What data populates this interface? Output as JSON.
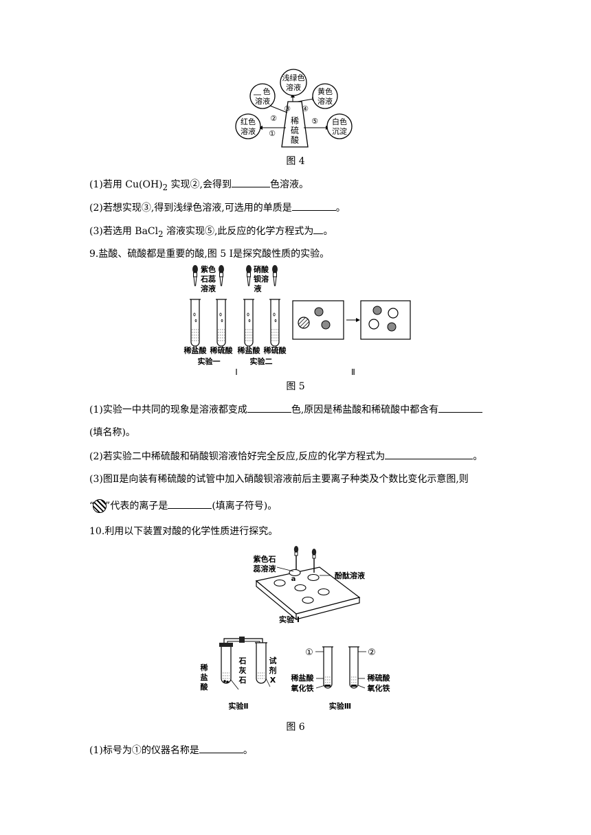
{
  "fig4": {
    "center": [
      "稀",
      "硫",
      "酸"
    ],
    "bubbles": [
      {
        "lines": [
          "红色",
          "溶液"
        ]
      },
      {
        "lines": [
          "色",
          "溶液"
        ]
      },
      {
        "lines": [
          "浅绿色",
          "溶液"
        ]
      },
      {
        "lines": [
          "黄色",
          "溶液"
        ]
      },
      {
        "lines": [
          "白色",
          "沉淀"
        ]
      }
    ],
    "numbers": [
      "①",
      "②",
      "③",
      "④",
      "⑤"
    ],
    "caption": "图 4"
  },
  "q8": {
    "p1a": "(1)若用 Cu(OH)",
    "p1sub": "2",
    "p1b": " 实现②,会得到",
    "p1c": "色溶液。",
    "p2a": "(2)若想实现③,得到浅绿色溶液,可选用的单质是",
    "p2b": "。",
    "p3a": "(3)若选用 BaCl",
    "p3sub": "2",
    "p3b": " 溶液实现⑤,此反应的化学方程式为",
    "p3c": "。"
  },
  "q9": {
    "stem": "9.盐酸、硫酸都是重要的酸,图 5 Ⅰ是探究酸性质的实验。",
    "fig5": {
      "dropper1": [
        "紫色",
        "石蕊",
        "溶液"
      ],
      "dropper2": [
        "硝酸",
        "钡溶",
        "液"
      ],
      "tubes": [
        "稀盐酸",
        "稀硫酸",
        "稀盐酸",
        "稀硫酸"
      ],
      "exp1": "实验一",
      "exp2": "实验二",
      "labelI": "Ⅰ",
      "labelII": "Ⅱ",
      "caption": "图 5"
    },
    "p1a": "(1)实验一中共同的现象是溶液都变成",
    "p1b": "色,原因是稀盐酸和稀硫酸中都含有",
    "p1c": "(填名称)。",
    "p2a": "(2)若实验二中稀硫酸和硝酸钡溶液恰好完全反应,反应的化学方程式为",
    "p2b": "。",
    "p3a": "(3)图Ⅱ是向装有稀硫酸的试管中加入硝酸钡溶液前后主要离子种类及个数比变化示意图,则",
    "p3b": "“",
    "p3c": "”代表的离子是",
    "p3d": "(填离子符号)。"
  },
  "q10": {
    "stem": "10.利用以下装置对酸的化学性质进行探究。",
    "fig6": {
      "litmus": [
        "紫色石",
        "蕊溶液"
      ],
      "a": "a",
      "phenol": "酚酞溶液",
      "exp1": "实验 Ⅰ",
      "hcl": [
        "稀",
        "盐",
        "酸"
      ],
      "limestone": [
        "石",
        "灰",
        "石"
      ],
      "reagent": [
        "试",
        "剂",
        "X"
      ],
      "exp2": "实验Ⅱ",
      "n1": "①",
      "n2": "②",
      "hcl2": "稀盐酸",
      "feo1": "氧化铁",
      "h2so4": "稀硫酸",
      "feo2": "氧化铁",
      "exp3": "实验Ⅲ",
      "caption": "图 6"
    },
    "p1a": "(1)标号为①的仪器名称是",
    "p1b": "。"
  }
}
